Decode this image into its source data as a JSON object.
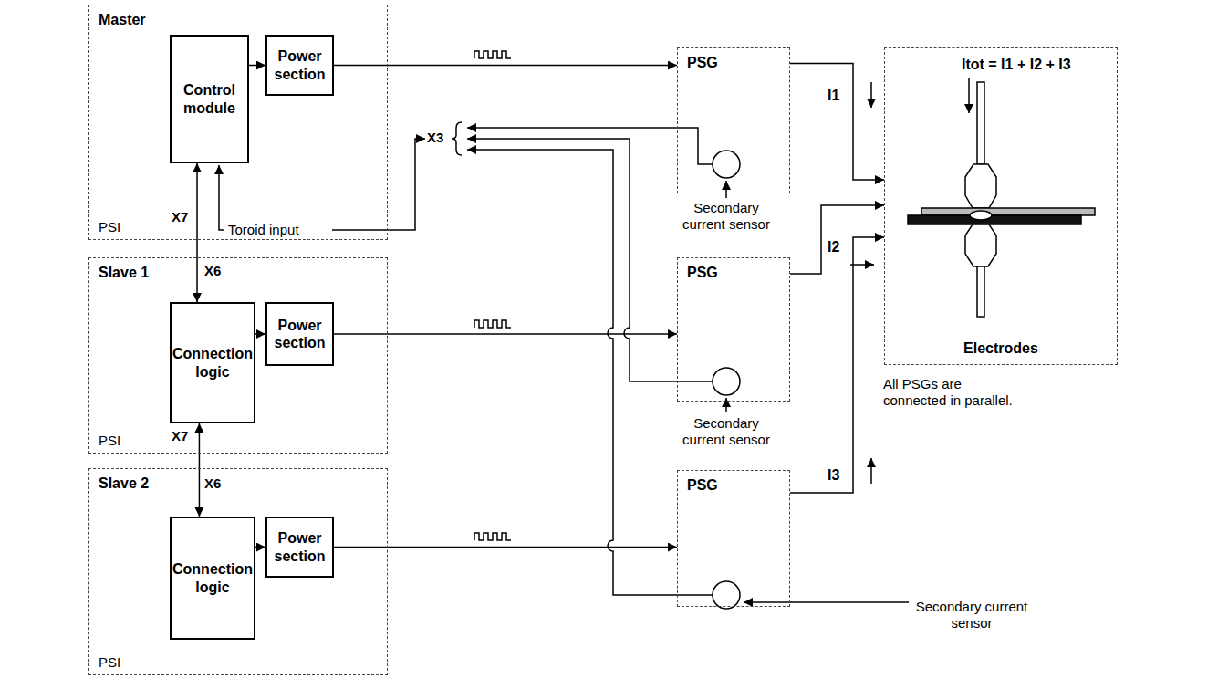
{
  "diagram": {
    "nodes": [
      {
        "text": [
          "Master",
          "PSI"
        ]
      },
      {
        "text": [
          "Control module"
        ],
        "in": 0
      },
      {
        "text": [
          "Power section"
        ],
        "in": 0
      },
      {
        "text": [
          "Slave 1",
          "PSI"
        ]
      },
      {
        "text": [
          "Connection logic"
        ],
        "in": 3
      },
      {
        "text": [
          "Power section"
        ],
        "in": 3
      },
      {
        "text": [
          "Slave 2",
          "PSI"
        ]
      },
      {
        "text": [
          "Connection logic"
        ],
        "in": 6
      },
      {
        "text": [
          "Power section"
        ],
        "in": 6
      },
      {
        "text": [
          "PSG"
        ]
      },
      {
        "text": [
          "PSG"
        ]
      },
      {
        "text": [
          "PSG"
        ]
      },
      {
        "text": [
          "Itot = I1 + I2 + I3",
          "Electrodes"
        ]
      }
    ],
    "edges": [
      {
        "from": 1,
        "to": 2,
        "arrow": "to"
      },
      {
        "from": 2,
        "to": 9,
        "arrow": "to"
      },
      {
        "from": 1,
        "to": 4,
        "arrow": "both"
      },
      {
        "from": 4,
        "to": 5,
        "arrow": "to"
      },
      {
        "from": 5,
        "to": 10,
        "arrow": "to"
      },
      {
        "from": 4,
        "to": 7,
        "arrow": "both"
      },
      {
        "from": 7,
        "to": 8,
        "arrow": "to"
      },
      {
        "from": 8,
        "to": 11,
        "arrow": "to"
      },
      {
        "from": 9,
        "to": 12,
        "label": "I1",
        "arrow": "to"
      },
      {
        "from": 10,
        "to": 12,
        "label": "I2",
        "arrow": "to"
      },
      {
        "from": 11,
        "to": 12,
        "label": "I3",
        "arrow": "to"
      }
    ],
    "labels": [
      "X7",
      "X6",
      "X7",
      "X6",
      "Toroid input",
      "X3",
      "Secondary current sensor",
      "Secondary current sensor",
      "Secondary current sensor",
      "All PSGs are connected in parallel."
    ]
  }
}
